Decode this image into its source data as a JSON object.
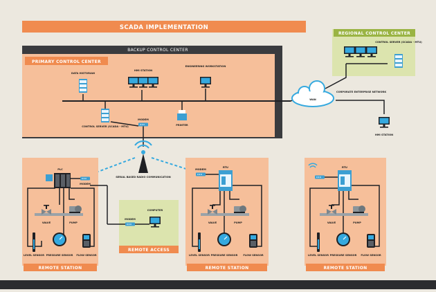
{
  "title": "SCADA IMPLEMENTATION",
  "backup_center": "BACKUP CONTROL CENTER",
  "primary_center": {
    "title": "PRIMARY CONTROL CENTER",
    "data_historian": "DATA HISTORIAN",
    "hmi_station": "HMI STATION",
    "engineering_workstation": "ENGINEERING WORKSTATION",
    "control_server": "CONTROL SERVER (SCADA - MTU)",
    "modem": "MODEM",
    "printer": "PRINTER"
  },
  "regional_center": {
    "title": "REGIONAL CONTROL CENTER",
    "control_server": "CONTROL SERVER (SCADA - MTU)"
  },
  "wan": "WAN",
  "corporate_network": "CORPORATE ENTERPRISE NETWORK",
  "corporate_hmi": "HMI STATION",
  "radio": "SERIAL BASED RADIO COMMUNICATION",
  "remote_access": {
    "title": "REMOTE ACCESS",
    "modem": "MODEM",
    "computer": "COMPUTER"
  },
  "stations": [
    {
      "title": "REMOTE STATION",
      "controller": "PLC",
      "modem": "MODEM",
      "valve": "VALVE",
      "pump": "PUMP",
      "level": "LEVEL SENSOR",
      "pressure": "PRESSURE SENSOR",
      "flow": "FLOW SENSOR"
    },
    {
      "title": "REMOTE STATION",
      "controller": "RTU",
      "modem": "MODEM",
      "valve": "VALVE",
      "pump": "PUMP",
      "level": "LEVEL SENSOR",
      "pressure": "PRESSURE SENSOR",
      "flow": "FLOW SENSOR"
    },
    {
      "title": "REMOTE STATION",
      "controller": "RTU",
      "modem": "MODEM",
      "valve": "VALVE",
      "pump": "PUMP",
      "level": "LEVEL SENSOR",
      "pressure": "PRESSURE SENSOR",
      "flow": "FLOW SENSOR"
    }
  ],
  "colors": {
    "panel_orange": "#f6bf9a",
    "banner_orange": "#f08b4f",
    "panel_green": "#dce4ae",
    "banner_green": "#9ab443",
    "screen_blue": "#35a9df",
    "dark": "#1f2024"
  }
}
